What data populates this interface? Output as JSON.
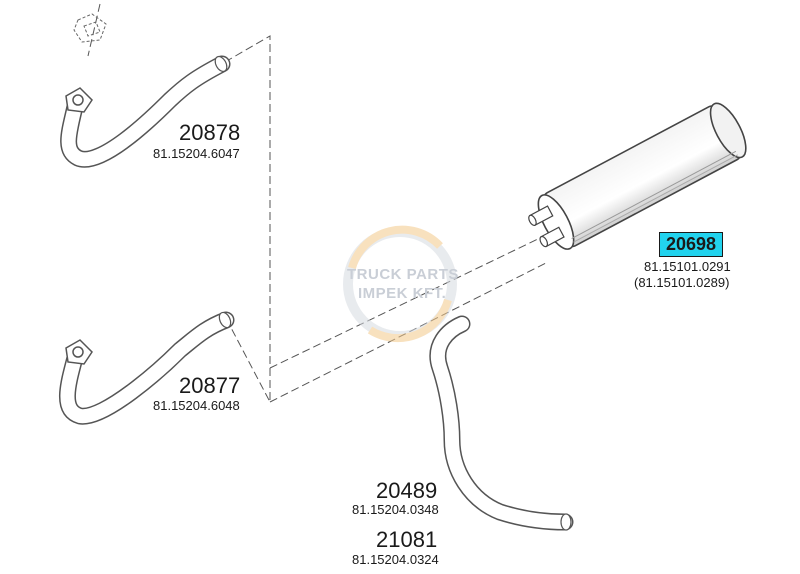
{
  "parts": [
    {
      "number": "20878",
      "code": "81.15204.6047"
    },
    {
      "number": "20877",
      "code": "81.15204.6048"
    },
    {
      "number": "20698",
      "code": "81.15101.0291",
      "alt_code": "(81.15101.0289)",
      "highlight_color": "#22d3ee"
    },
    {
      "number": "20489",
      "code": "81.15204.0348"
    },
    {
      "number": "21081",
      "code": "81.15204.0324"
    }
  ],
  "watermark": {
    "line1": "TRUCK PARTS",
    "line2": "IMPEK KFT."
  },
  "colors": {
    "line": "#555555",
    "fill": "#ffffff",
    "muffler_shade": "#e8e8e8"
  }
}
